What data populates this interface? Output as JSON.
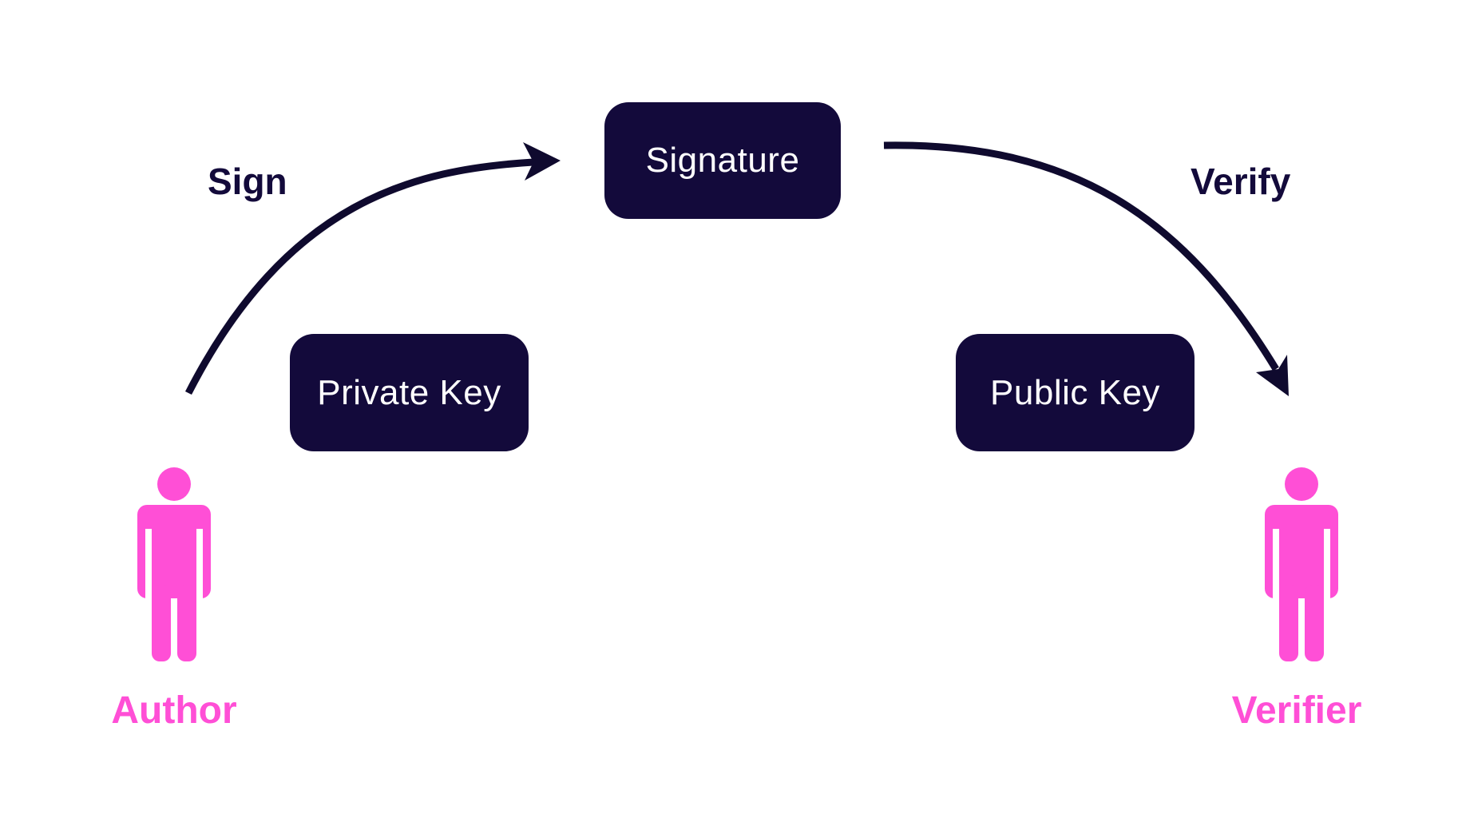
{
  "colors": {
    "box_fill": "#130a3b",
    "box_text": "#ffffff",
    "arrow": "#0f0a2e",
    "action_label": "#130a3b",
    "actor": "#ff4fd6"
  },
  "diagram": {
    "nodes": {
      "signature": "Signature",
      "private_key": "Private Key",
      "public_key": "Public Key"
    },
    "edges": {
      "sign": {
        "label": "Sign",
        "from": "Author",
        "to": "Signature"
      },
      "verify": {
        "label": "Verify",
        "from": "Signature",
        "to": "Verifier"
      }
    },
    "actors": {
      "author": {
        "label": "Author",
        "icon": "person-icon"
      },
      "verifier": {
        "label": "Verifier",
        "icon": "person-icon"
      }
    }
  }
}
